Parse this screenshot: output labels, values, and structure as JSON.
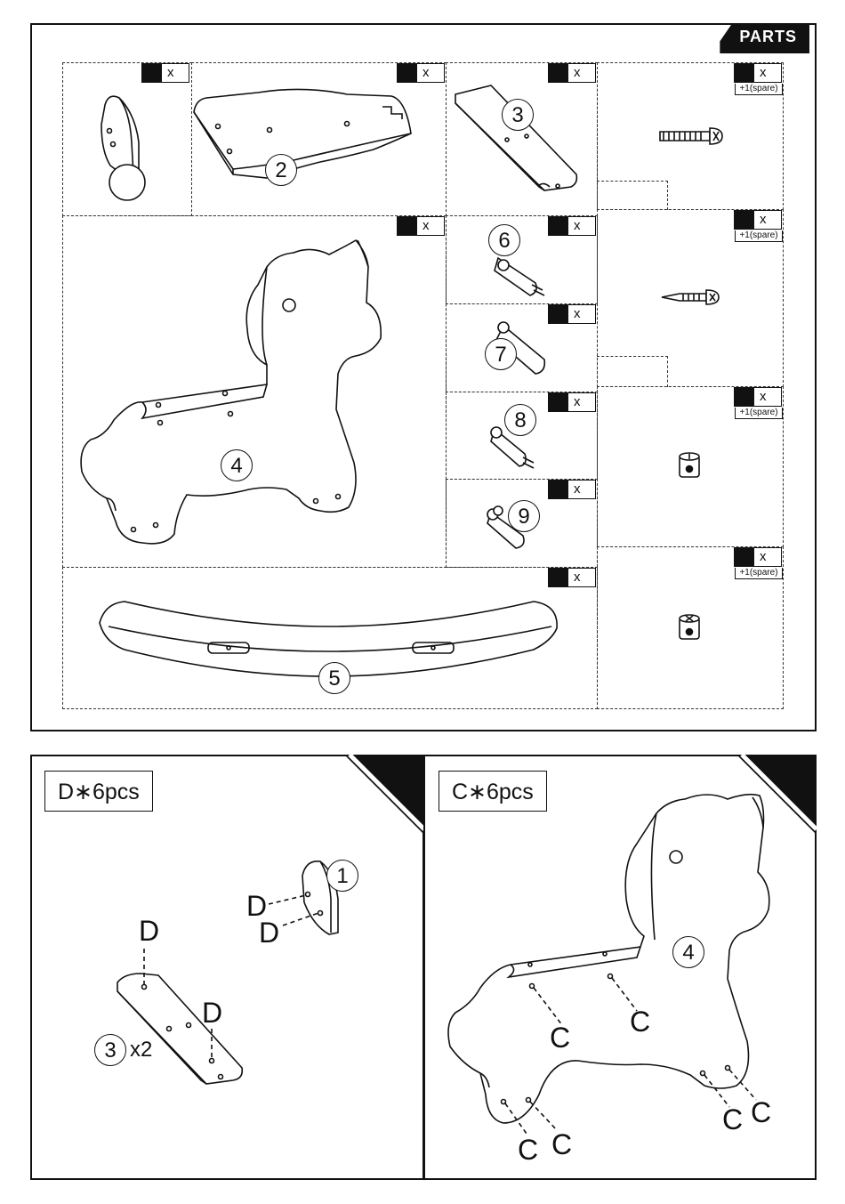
{
  "parts_panel": {
    "tab_label": "PARTS",
    "qty_mark": "x",
    "spare_label": "+1(spare)",
    "part_numbers": [
      "2",
      "3",
      "4",
      "5",
      "6",
      "7",
      "8",
      "9"
    ]
  },
  "step_d": {
    "title": "D∗6pcs",
    "fastener_letter": "D",
    "part_one": "1",
    "part_three": "3",
    "multiplier": "x2"
  },
  "step_c": {
    "title": "C∗6pcs",
    "fastener_letter": "C",
    "part_four": "4"
  },
  "colors": {
    "ink": "#111111",
    "paper": "#ffffff"
  }
}
